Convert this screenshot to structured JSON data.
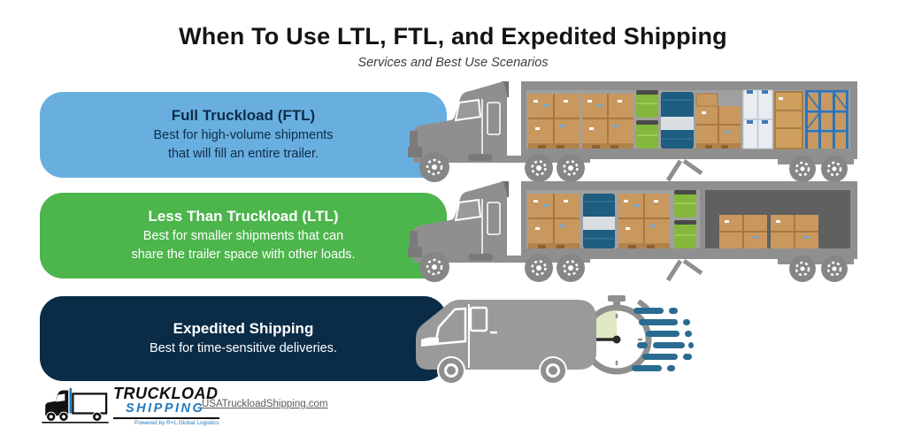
{
  "header": {
    "title": "When To Use LTL, FTL, and Expedited Shipping",
    "subtitle": "Services and Best Use Scenarios"
  },
  "chart_data": {
    "type": "table",
    "title": "When To Use LTL, FTL, and Expedited Shipping",
    "subtitle": "Services and Best Use Scenarios",
    "categories": [
      "Full Truckload (FTL)",
      "Less Than Truckload (LTL)",
      "Expedited Shipping"
    ],
    "values": [
      "Best for high-volume shipments that will fill an entire trailer.",
      "Best for smaller shipments that can share the trailer space with other loads.",
      "Best for time-sensitive deliveries."
    ],
    "legend_position": "none",
    "grid": false
  },
  "cards": [
    {
      "title": "Full Truckload (FTL)",
      "line1": "Best for high-volume shipments",
      "line2": "that will fill an entire trailer.",
      "color": "#68AFE0",
      "text_color": "#0E2C49",
      "illustration": "semi-truck-with-full-trailer"
    },
    {
      "title": "Less Than Truckload (LTL)",
      "line1": "Best for smaller shipments that can",
      "line2": "share the trailer space with other loads.",
      "color": "#4CB54C",
      "text_color": "#FFFFFF",
      "illustration": "semi-truck-with-partially-loaded-trailer"
    },
    {
      "title": "Expedited Shipping",
      "line1": "Best for time-sensitive deliveries.",
      "line2": "",
      "color": "#0A2C47",
      "text_color": "#FFFFFF",
      "illustration": "delivery-van-with-stopwatch-speed-lines"
    }
  ],
  "footer": {
    "brand": {
      "name_top": "TRUCKLOAD",
      "name_bottom": "SHIPPING",
      "tagline": "Powered by R+L Global Logistics"
    },
    "website": "USATruckloadShipping.com"
  },
  "palette": {
    "ftl_blue": "#68AFE0",
    "ltl_green": "#4CB54C",
    "expedited_navy": "#0A2C47",
    "truck_gray": "#8F8F8F",
    "trailer_interior": "#A0A0A0",
    "empty_trailer": "#606060",
    "box_tan": "#C9985F",
    "barrel_green": "#84B83C",
    "barrel_blue": "#1E5C80",
    "rack_blue": "#2E74B8",
    "speed_line_blue": "#2A6B91",
    "logo_blue": "#1E7AC2",
    "link_gray": "#58595B"
  }
}
